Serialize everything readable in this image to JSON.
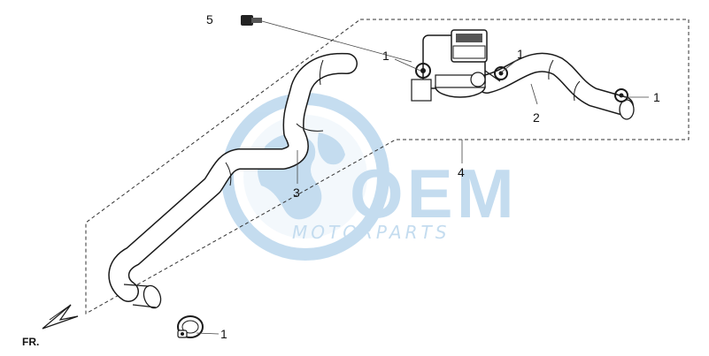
{
  "diagram": {
    "callouts": {
      "c1a": "1",
      "c1b": "1",
      "c1c": "1",
      "c1d": "1",
      "c2": "2",
      "c3": "3",
      "c4": "4",
      "c5": "5"
    },
    "direction_label": "FR."
  },
  "watermark": {
    "brand": "OEM",
    "tagline": "MOTORPARTS",
    "color": "#2e86c8"
  },
  "colors": {
    "line": "#1a1a1a",
    "hose_fill": "#ffffff",
    "dash": "#333333"
  }
}
